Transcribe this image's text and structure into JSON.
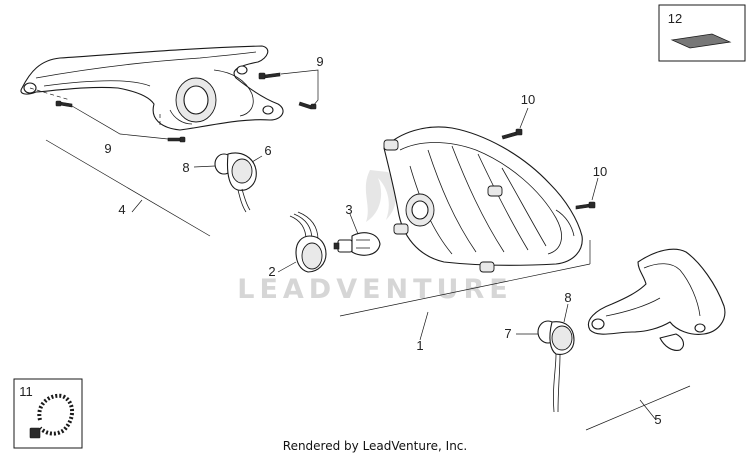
{
  "diagram": {
    "callouts": [
      "1",
      "2",
      "3",
      "4",
      "5",
      "6",
      "7",
      "8",
      "8",
      "9",
      "9",
      "10",
      "10",
      "11",
      "12"
    ],
    "watermark": "LEADVENTURE",
    "footer": "Rendered by LeadVenture, Inc."
  }
}
